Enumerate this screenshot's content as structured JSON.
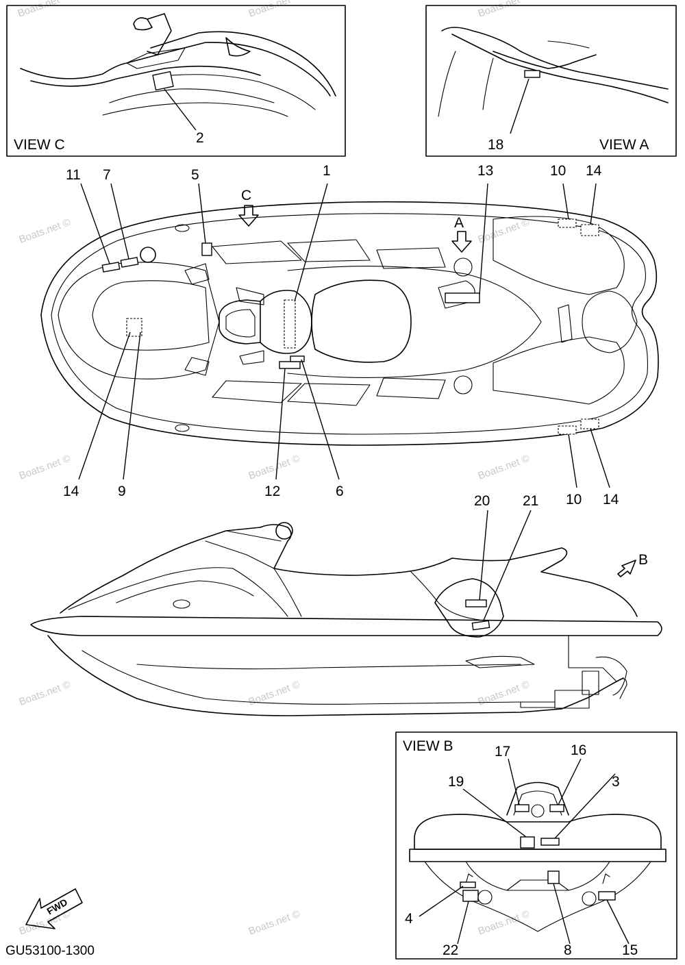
{
  "views": {
    "view_c": "VIEW C",
    "view_a": "VIEW A",
    "view_b": "VIEW B"
  },
  "direction_letters": {
    "c": "C",
    "a": "A",
    "b": "B"
  },
  "callouts": {
    "n1": "1",
    "n2": "2",
    "n3": "3",
    "n4": "4",
    "n5": "5",
    "n6": "6",
    "n7": "7",
    "n8": "8",
    "n9": "9",
    "n10_top": "10",
    "n10_bottom": "10",
    "n11": "11",
    "n12": "12",
    "n13": "13",
    "n14_top": "14",
    "n14_left": "14",
    "n14_bottom": "14",
    "n15": "15",
    "n16": "16",
    "n17": "17",
    "n18": "18",
    "n19": "19",
    "n20": "20",
    "n21": "21",
    "n22": "22"
  },
  "fwd_label": "FWD",
  "diagram_code": "GU53100-1300",
  "watermark": "Boats.net ©",
  "watermark_short": "Boats.net"
}
